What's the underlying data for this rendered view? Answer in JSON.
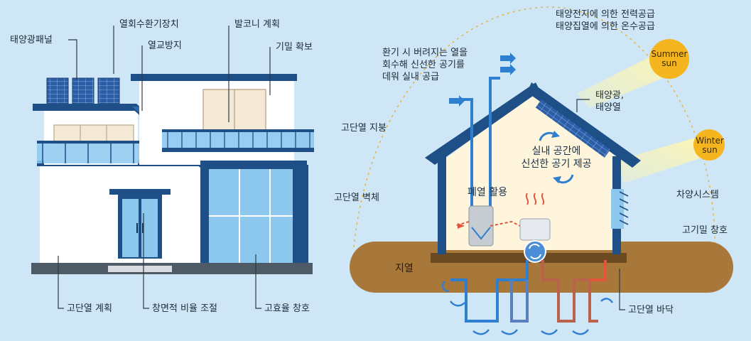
{
  "colors": {
    "background": "#cfe6f6",
    "house_navy": "#1e4f86",
    "wall_white": "#ffffff",
    "window_glass": "#8cc8ee",
    "window_warm": "#f3e9d6",
    "solar_panel": "#2c5ea8",
    "sun": "#f5b51e",
    "earth": "#a8773a",
    "earth_dark": "#7a5226",
    "pipe_warm": "#e2553b",
    "pipe_cool": "#2f7fd0",
    "leader_line": "#2d3a48"
  },
  "left_house": {
    "labels": {
      "solar_panel": "태양광패널",
      "heat_recovery": "열회수환기장치",
      "thermal_bridge": "열교방지",
      "balcony_plan": "발코니 계획",
      "airtightness": "기밀 확보",
      "insulation_plan": "고단열 계획",
      "window_ratio": "창면적 비율 조절",
      "high_eff_windows": "고효율 창호"
    }
  },
  "right_house": {
    "labels": {
      "solar_supply": "태양전지에 의한 전력공급\n태양집열에 의한 온수공급",
      "summer_sun": "Summer\nsun",
      "winter_sun": "Winter\nsun",
      "exhaust_heat_recovery": "환기 시 버려지는 열을\n회수해 신선한 공기를\n데워 실내 공급",
      "solar_light_heat": "태양광,\n태양열",
      "insulated_roof": "고단열 지붕",
      "fresh_air": "실내 공간에\n신선한 공기 제공",
      "insulated_wall": "고단열 벽체",
      "waste_heat": "폐열 활용",
      "shading_system": "차양시스템",
      "airtight_windows": "고기밀 창호",
      "geothermal": "지열",
      "insulated_floor": "고단열 바닥"
    }
  }
}
